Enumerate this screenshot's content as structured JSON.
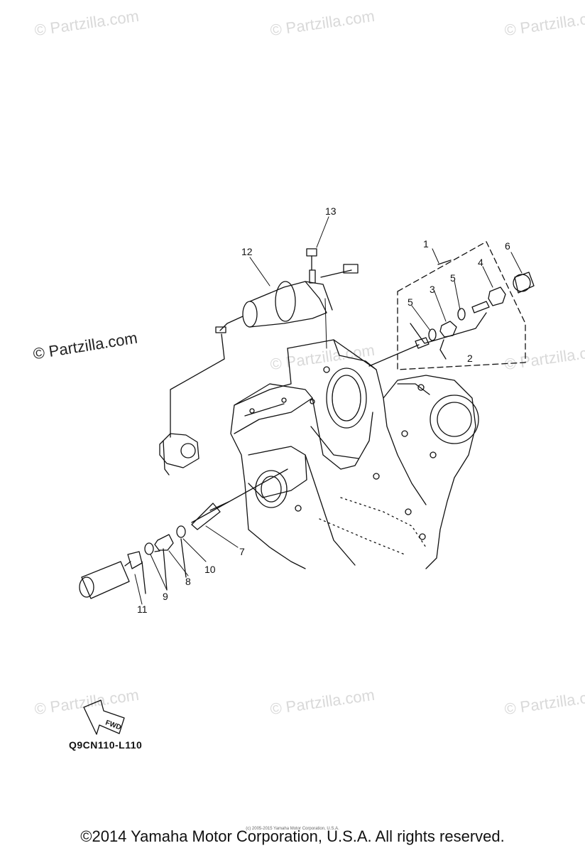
{
  "watermark": "© Partzilla.com",
  "primary_watermark": "© Partzilla.com",
  "callouts": {
    "c1": "1",
    "c2": "2",
    "c3": "3",
    "c4": "4",
    "c5a": "5",
    "c5b": "5",
    "c6": "6",
    "c7": "7",
    "c8": "8",
    "c9": "9",
    "c10": "10",
    "c11": "11",
    "c12": "12",
    "c13": "13"
  },
  "fwd_label": "FWD",
  "diagram_code": "Q9CN110-L110",
  "copyright_small": "(c) 2005-2015 Yamaha Motor Corporation, U.S.A.",
  "copyright": "©2014 Yamaha Motor Corporation, U.S.A. All rights reserved."
}
